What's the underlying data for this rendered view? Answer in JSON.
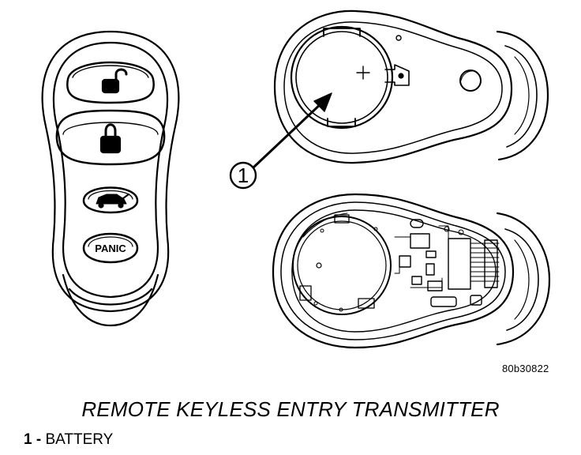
{
  "figure_id": "80b30822",
  "caption": "REMOTE KEYLESS ENTRY TRANSMITTER",
  "callout": {
    "number": "1"
  },
  "legend": [
    {
      "number": "1 -",
      "label": "BATTERY"
    }
  ],
  "transmitter": {
    "panic_label": "PANIC"
  }
}
